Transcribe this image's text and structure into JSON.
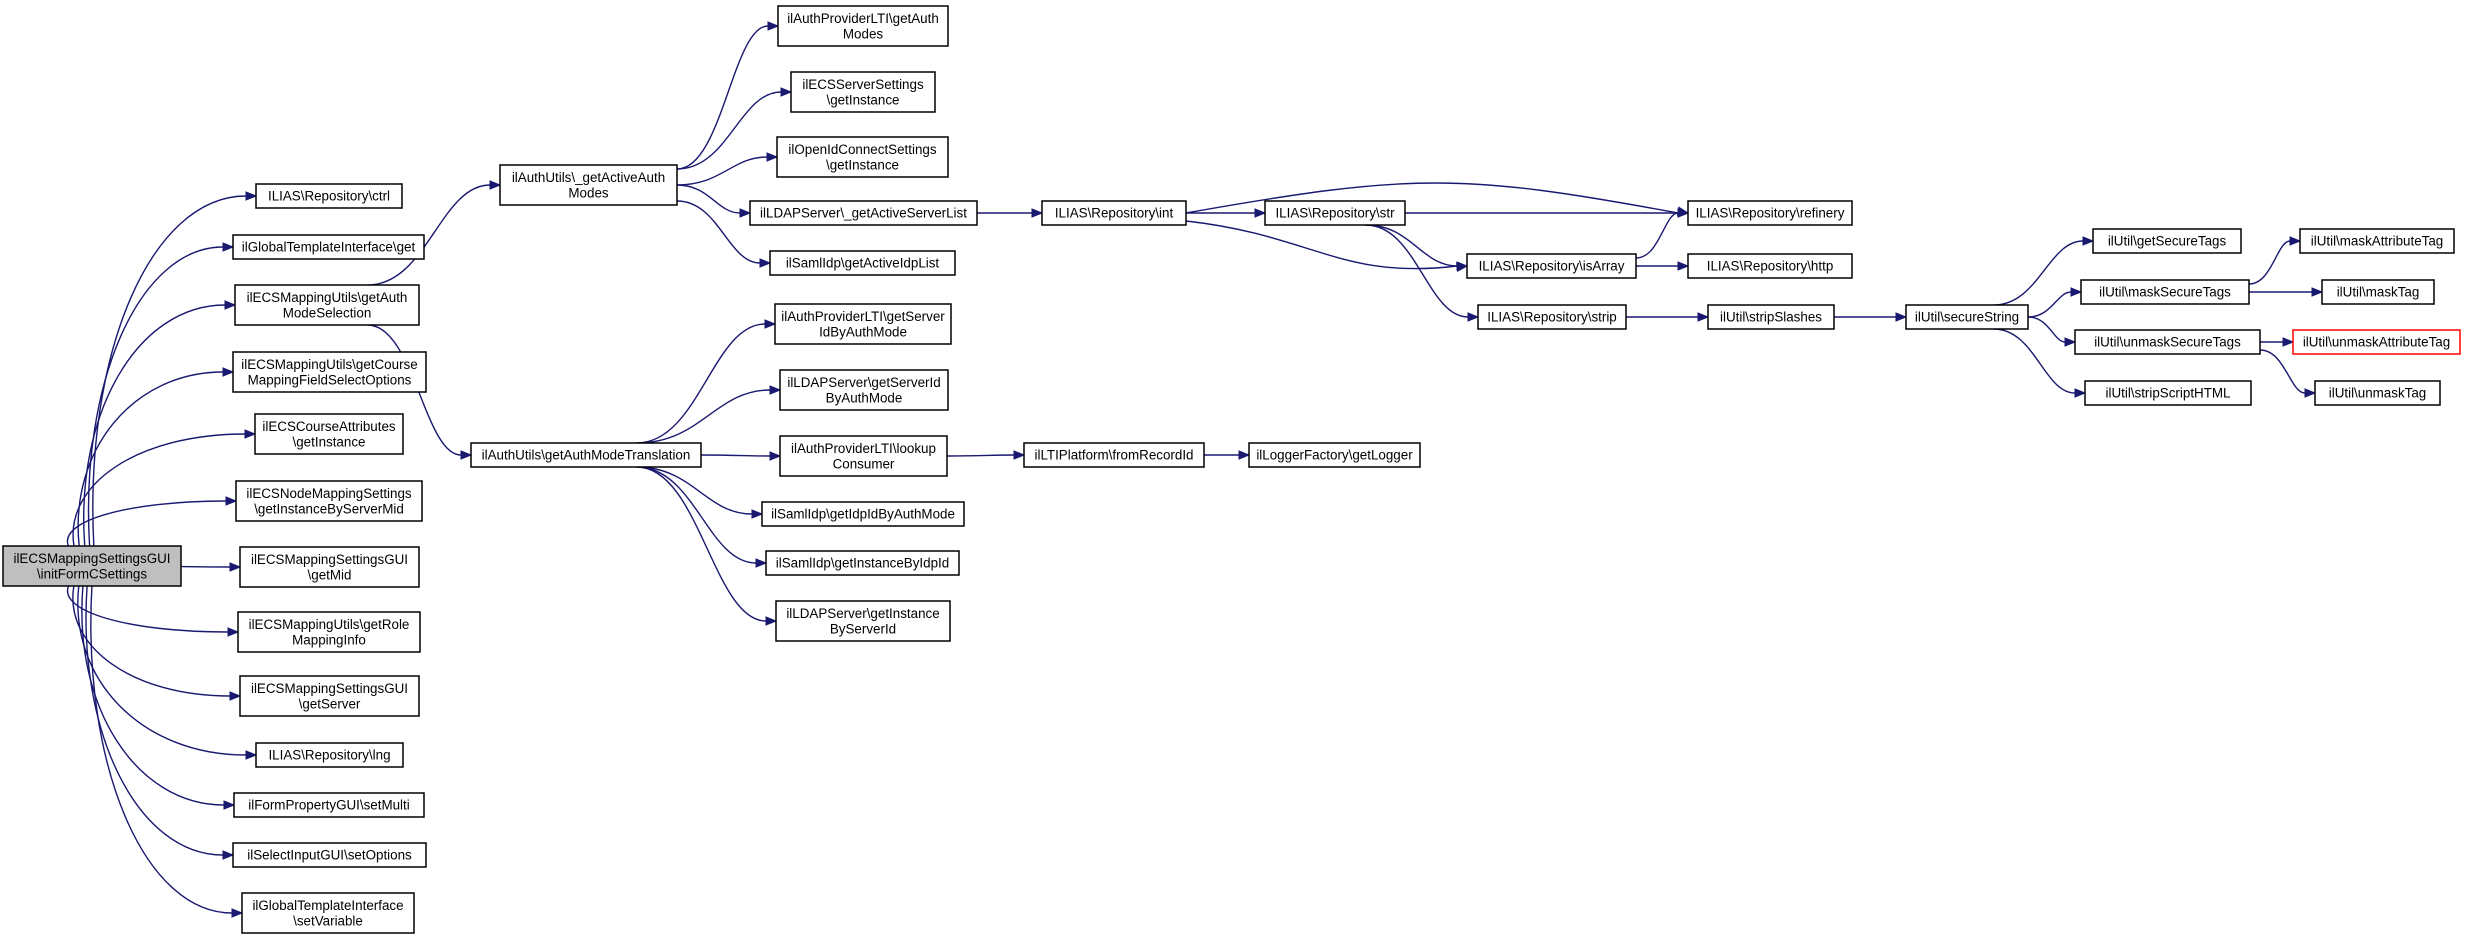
{
  "graph": {
    "colors": {
      "edge": "#191970",
      "root_fill": "#bfbfbf",
      "node_border": "#000000",
      "truncated_border": "#ff0000"
    },
    "nodes": [
      {
        "id": "root",
        "lines": [
          "ilECSMappingSettingsGUI",
          "\\initFormCSettings"
        ],
        "style": "root"
      },
      {
        "id": "n_ctrl",
        "lines": [
          "ILIAS\\Repository\\ctrl"
        ]
      },
      {
        "id": "n_gti_get",
        "lines": [
          "ilGlobalTemplateInterface\\get"
        ]
      },
      {
        "id": "n_getauthmodesel",
        "lines": [
          "ilECSMappingUtils\\getAuth",
          "ModeSelection"
        ]
      },
      {
        "id": "n_getcourse",
        "lines": [
          "ilECSMappingUtils\\getCourse",
          "MappingFieldSelectOptions"
        ]
      },
      {
        "id": "n_courseattr",
        "lines": [
          "ilECSCourseAttributes",
          "\\getInstance"
        ]
      },
      {
        "id": "n_nodemap",
        "lines": [
          "ilECSNodeMappingSettings",
          "\\getInstanceByServerMid"
        ]
      },
      {
        "id": "n_getmid",
        "lines": [
          "ilECSMappingSettingsGUI",
          "\\getMid"
        ]
      },
      {
        "id": "n_getrole",
        "lines": [
          "ilECSMappingUtils\\getRole",
          "MappingInfo"
        ]
      },
      {
        "id": "n_getserver",
        "lines": [
          "ilECSMappingSettingsGUI",
          "\\getServer"
        ]
      },
      {
        "id": "n_lng",
        "lines": [
          "ILIAS\\Repository\\lng"
        ]
      },
      {
        "id": "n_setmulti",
        "lines": [
          "ilFormPropertyGUI\\setMulti"
        ]
      },
      {
        "id": "n_setoptions",
        "lines": [
          "ilSelectInputGUI\\setOptions"
        ]
      },
      {
        "id": "n_setvariable",
        "lines": [
          "ilGlobalTemplateInterface",
          "\\setVariable"
        ]
      },
      {
        "id": "n_getactiveauth",
        "lines": [
          "ilAuthUtils\\_getActiveAuth",
          "Modes"
        ]
      },
      {
        "id": "n_getauthtrans",
        "lines": [
          "ilAuthUtils\\getAuthModeTranslation"
        ]
      },
      {
        "id": "n_lti_getauth",
        "lines": [
          "ilAuthProviderLTI\\getAuth",
          "Modes"
        ]
      },
      {
        "id": "n_ecsserver",
        "lines": [
          "ilECSServerSettings",
          "\\getInstance"
        ]
      },
      {
        "id": "n_openid",
        "lines": [
          "ilOpenIdConnectSettings",
          "\\getInstance"
        ]
      },
      {
        "id": "n_ldaplist",
        "lines": [
          "ilLDAPServer\\_getActiveServerList"
        ]
      },
      {
        "id": "n_samlactive",
        "lines": [
          "ilSamlIdp\\getActiveIdpList"
        ]
      },
      {
        "id": "n_lti_getserver",
        "lines": [
          "ilAuthProviderLTI\\getServer",
          "IdByAuthMode"
        ]
      },
      {
        "id": "n_ldap_getserverid",
        "lines": [
          "ilLDAPServer\\getServerId",
          "ByAuthMode"
        ]
      },
      {
        "id": "n_lti_lookup",
        "lines": [
          "ilAuthProviderLTI\\lookup",
          "Consumer"
        ]
      },
      {
        "id": "n_saml_getidp",
        "lines": [
          "ilSamlIdp\\getIdpIdByAuthMode"
        ]
      },
      {
        "id": "n_saml_getinst",
        "lines": [
          "ilSamlIdp\\getInstanceByIdpId"
        ]
      },
      {
        "id": "n_ldap_getinst",
        "lines": [
          "ilLDAPServer\\getInstance",
          "ByServerId"
        ]
      },
      {
        "id": "n_int",
        "lines": [
          "ILIAS\\Repository\\int"
        ]
      },
      {
        "id": "n_str",
        "lines": [
          "ILIAS\\Repository\\str"
        ]
      },
      {
        "id": "n_refinery",
        "lines": [
          "ILIAS\\Repository\\refinery"
        ]
      },
      {
        "id": "n_isarray",
        "lines": [
          "ILIAS\\Repository\\isArray"
        ]
      },
      {
        "id": "n_http",
        "lines": [
          "ILIAS\\Repository\\http"
        ]
      },
      {
        "id": "n_strip",
        "lines": [
          "ILIAS\\Repository\\strip"
        ]
      },
      {
        "id": "n_stripslashes",
        "lines": [
          "ilUtil\\stripSlashes"
        ]
      },
      {
        "id": "n_securestring",
        "lines": [
          "ilUtil\\secureString"
        ]
      },
      {
        "id": "n_getsecuretags",
        "lines": [
          "ilUtil\\getSecureTags"
        ]
      },
      {
        "id": "n_masksecure",
        "lines": [
          "ilUtil\\maskSecureTags"
        ]
      },
      {
        "id": "n_unmasksecure",
        "lines": [
          "ilUtil\\unmaskSecureTags"
        ]
      },
      {
        "id": "n_stripscript",
        "lines": [
          "ilUtil\\stripScriptHTML"
        ]
      },
      {
        "id": "n_maskattr",
        "lines": [
          "ilUtil\\maskAttributeTag"
        ]
      },
      {
        "id": "n_masktag",
        "lines": [
          "ilUtil\\maskTag"
        ]
      },
      {
        "id": "n_unmaskattr",
        "lines": [
          "ilUtil\\unmaskAttributeTag"
        ],
        "style": "trunc"
      },
      {
        "id": "n_unmasktag",
        "lines": [
          "ilUtil\\unmaskTag"
        ]
      },
      {
        "id": "n_ltiplatform",
        "lines": [
          "ilLTIPlatform\\fromRecordId"
        ]
      },
      {
        "id": "n_logger",
        "lines": [
          "ilLoggerFactory\\getLogger"
        ]
      }
    ]
  }
}
